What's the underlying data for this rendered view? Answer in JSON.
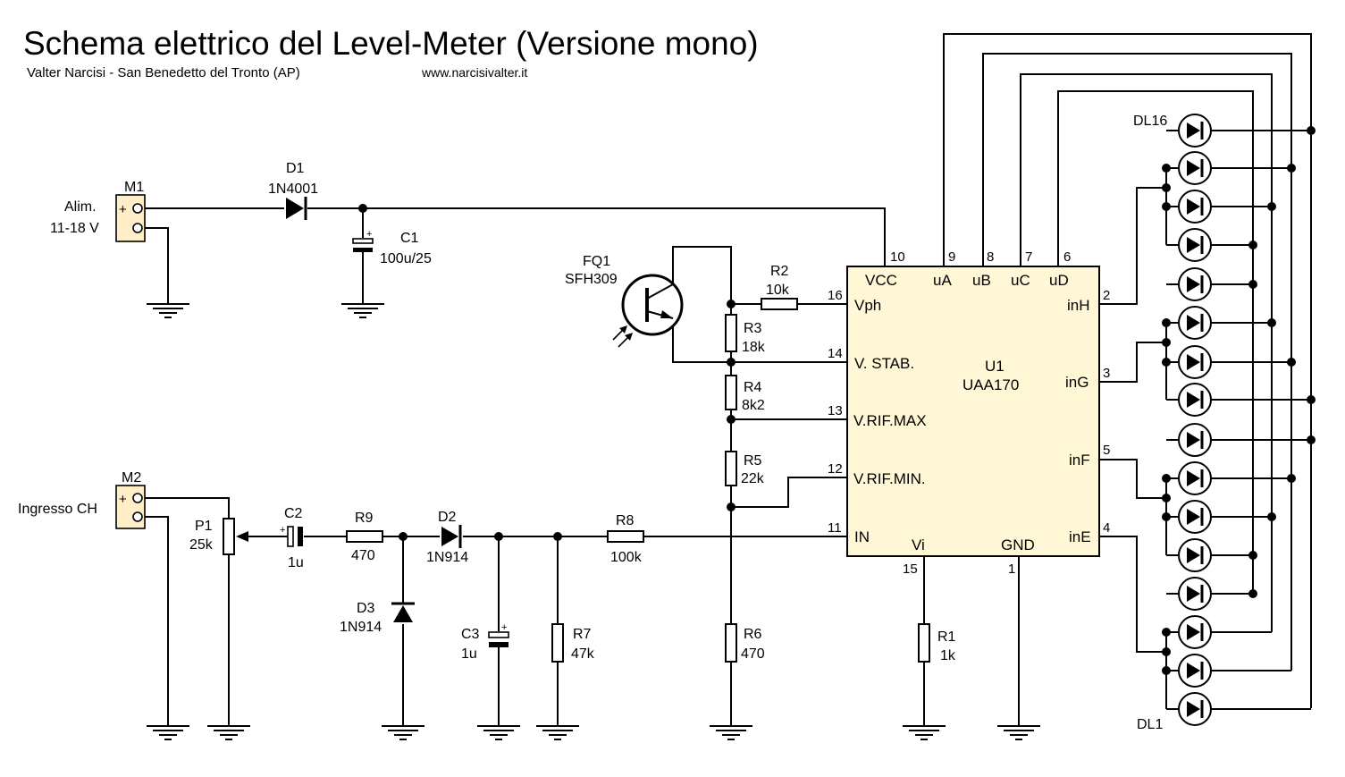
{
  "header": {
    "title": "Schema elettrico del Level-Meter (Versione mono)",
    "author": "Valter Narcisi - San Benedetto del Tronto (AP)",
    "website": "www.narcisivalter.it"
  },
  "colors": {
    "ic_fill": "#fff7d6",
    "terminal_fill": "#ffeec8",
    "ink": "#000000",
    "background": "#ffffff"
  },
  "connectors": {
    "M1": {
      "ref": "M1",
      "label_line1": "Alim.",
      "label_line2": "11-18 V",
      "plus": "+"
    },
    "M2": {
      "ref": "M2",
      "label": "Ingresso CH",
      "plus": "+"
    }
  },
  "components": {
    "D1": {
      "ref": "D1",
      "value": "1N4001"
    },
    "C1": {
      "ref": "C1",
      "value": "100u/25",
      "pol": "+"
    },
    "FQ1": {
      "ref": "FQ1",
      "value": "SFH309"
    },
    "R2": {
      "ref": "R2",
      "value": "10k"
    },
    "R3": {
      "ref": "R3",
      "value": "18k"
    },
    "R4": {
      "ref": "R4",
      "value": "8k2"
    },
    "R5": {
      "ref": "R5",
      "value": "22k"
    },
    "R6": {
      "ref": "R6",
      "value": "470"
    },
    "R1": {
      "ref": "R1",
      "value": "1k"
    },
    "P1": {
      "ref": "P1",
      "value": "25k"
    },
    "C2": {
      "ref": "C2",
      "value": "1u",
      "pol": "+"
    },
    "R9": {
      "ref": "R9",
      "value": "470"
    },
    "D2": {
      "ref": "D2",
      "value": "1N914"
    },
    "D3": {
      "ref": "D3",
      "value": "1N914"
    },
    "C3": {
      "ref": "C3",
      "value": "1u",
      "pol": "+"
    },
    "R7": {
      "ref": "R7",
      "value": "47k"
    },
    "R8": {
      "ref": "R8",
      "value": "100k"
    }
  },
  "ic": {
    "ref": "U1",
    "part": "UAA170",
    "pins": {
      "vcc": "VCC",
      "ua": "uA",
      "ub": "uB",
      "uc": "uC",
      "ud": "uD",
      "vph": "Vph",
      "vstab": "V. STAB.",
      "vrifmax": "V.RIF.MAX",
      "vrifmin": "V.RIF.MIN.",
      "in": "IN",
      "vi": "Vi",
      "gnd": "GND",
      "inh": "inH",
      "ing": "inG",
      "inf": "inF",
      "ine": "inE"
    },
    "pin_numbers": {
      "vcc": "10",
      "ua": "9",
      "ub": "8",
      "uc": "7",
      "ud": "6",
      "vph": "16",
      "vstab": "14",
      "vrifmax": "13",
      "vrifmin": "12",
      "in": "11",
      "vi": "15",
      "gnd": "1",
      "inh": "2",
      "ing": "3",
      "inf": "5",
      "ine": "4"
    }
  },
  "leds": {
    "top": "DL16",
    "bottom": "DL1"
  }
}
